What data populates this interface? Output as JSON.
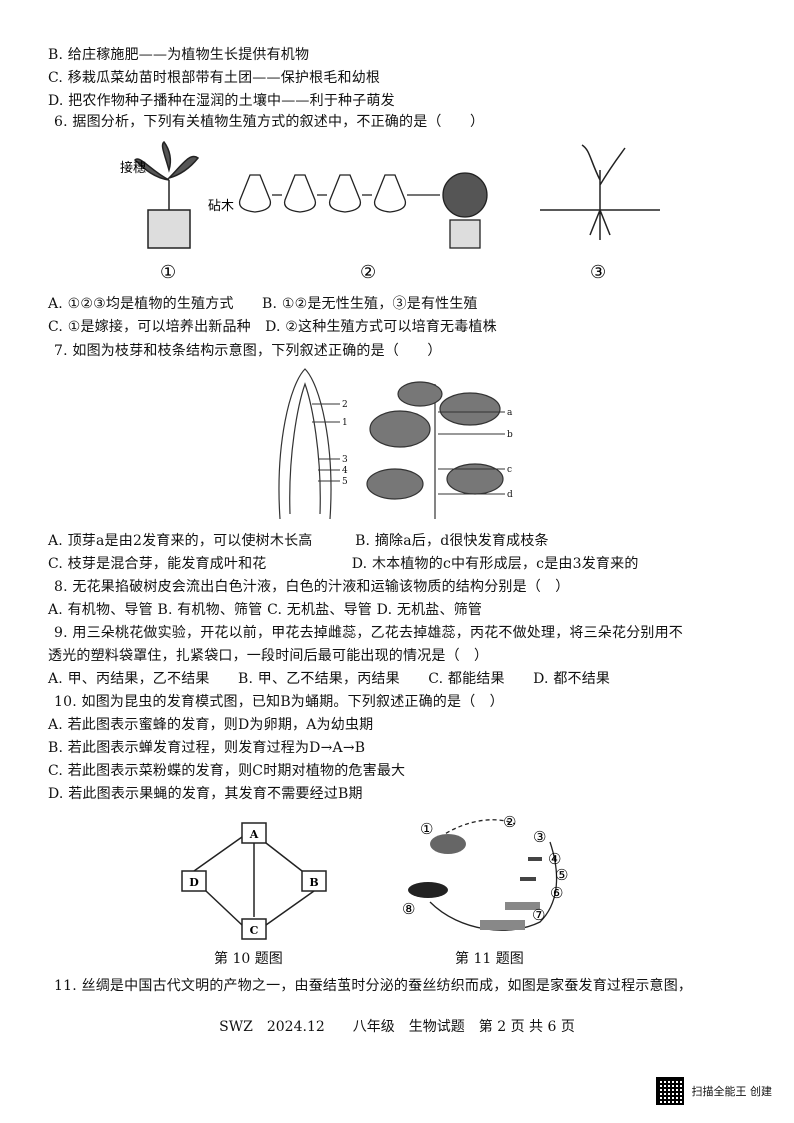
{
  "lines": [
    "B. 给庄稼施肥——为植物生长提供有机物",
    "C. 移栽瓜菜幼苗时根部带有土团——保护根毛和幼根",
    "D. 把农作物种子播种在湿润的土壤中——利于种子萌发",
    "6. 据图分析，下列有关植物生殖方式的叙述中，不正确的是（　　）",
    "A. ①②③均是植物的生殖方式　　B. ①②是无性生殖，③是有性生殖",
    "C. ①是嫁接，可以培养出新品种　D. ②这种生殖方式可以培育无毒植株",
    "7. 如图为枝芽和枝条结构示意图，下列叙述正确的是（　　）",
    "A. 顶芽a是由2发育来的，可以使树木长高　　　B. 摘除a后，d很快发育成枝条",
    "C. 枝芽是混合芽，能发育成叶和花　　　　　　D. 木本植物的c中有形成层，c是由3发育来的",
    "8. 无花果掐破树皮会流出白色汁液，白色的汁液和运输该物质的结构分别是（　）",
    "A. 有机物、导管  B. 有机物、筛管 C. 无机盐、导管  D. 无机盐、筛管",
    "9. 用三朵桃花做实验，开花以前，甲花去掉雌蕊，乙花去掉雄蕊，丙花不做处理，将三朵花分别用不",
    "透光的塑料袋罩住，扎紧袋口，一段时间后最可能出现的情况是（　）",
    "A. 甲、丙结果，乙不结果　　B. 甲、乙不结果，丙结果　　C. 都能结果　　D. 都不结果",
    "10. 如图为昆虫的发育模式图，已知B为蛹期。下列叙述正确的是（　）",
    "A. 若此图表示蜜蜂的发育，则D为卵期，A为幼虫期",
    "B. 若此图表示蝉发育过程，则发育过程为D→A→B",
    "C. 若此图表示菜粉蝶的发育，则C时期对植物的危害最大",
    "D. 若此图表示果蝇的发育，其发育不需要经过B期",
    "11. 丝绸是中国古代文明的产物之一，由蚕结茧时分泌的蚕丝纺织而成，如图是家蚕发育过程示意图，"
  ],
  "fig6": {
    "label_jiesui": "接穗",
    "label_zhenmu": "砧木",
    "n1": "①",
    "n2": "②",
    "n3": "③"
  },
  "fig7": {
    "labels_bud": [
      "2",
      "1",
      "3",
      "4",
      "5"
    ],
    "labels_branch": [
      "a",
      "b",
      "c",
      "d"
    ]
  },
  "fig10": {
    "A": "A",
    "B": "B",
    "C": "C",
    "D": "D",
    "caption": "第 10 题图"
  },
  "fig11": {
    "nums": [
      "①",
      "②",
      "③",
      "④",
      "⑤",
      "⑥",
      "⑦",
      "⑧"
    ],
    "caption": "第 11 题图"
  },
  "footer": "SWZ　2024.12　　八年级　生物试题　第 2 页 共 6 页",
  "brand": "扫描全能王 创建"
}
